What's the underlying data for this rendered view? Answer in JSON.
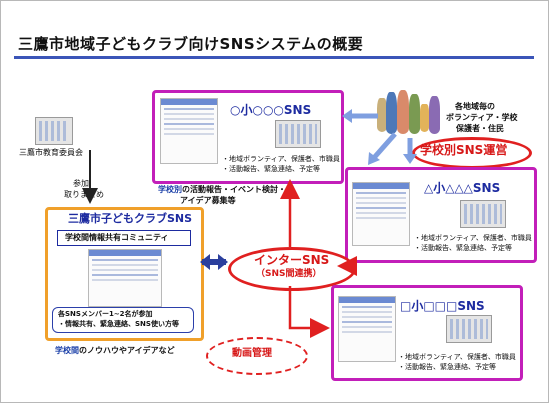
{
  "title": "三鷹市地域子どもクラブ向けSNSシステムの概要",
  "board": {
    "label": "三鷹市教育委員会"
  },
  "collect": {
    "line1": "参加",
    "line2": "取りまとめ"
  },
  "school_sns": [
    {
      "name": "○小○○○SNS",
      "notes": [
        "・地域ボランティア、保護者、市職員",
        "・活動報告、緊急連絡、予定等"
      ]
    },
    {
      "name": "△小△△△SNS",
      "notes": [
        "・地域ボランティア、保護者、市職員",
        "・活動報告、緊急連絡、予定等"
      ]
    },
    {
      "name": "□小□□□SNS",
      "notes": [
        "・地域ボランティア、保護者、市職員",
        "・活動報告、緊急連絡、予定等"
      ]
    }
  ],
  "school_activity": {
    "prefix": "学校別",
    "line1": "の活動報告・イベント検討・",
    "line2": "アイデア募集等"
  },
  "community": {
    "line1": "各地域毎の",
    "line2": "ボランティア・学校",
    "line3": "保護者・住民"
  },
  "operation": "学校別SNS運営",
  "club": {
    "title": "三鷹市子どもクラブSNS",
    "sub": "学校間情報共有コミュニティ",
    "note1": "各SNSメンバー1~2名が参加",
    "note2": "・情報共有、緊急連絡、SNS使い方等"
  },
  "between": {
    "prefix": "学校間",
    "rest": "のノウハウやアイデアなど"
  },
  "inter": {
    "main": "インターSNS",
    "sub": "（SNS間連携）"
  },
  "video": "動画管理",
  "colors": {
    "magenta": "#c21fb9",
    "orange": "#f0a02a",
    "red": "#e02020",
    "navy": "#1d2ba0",
    "arrow": "#e02020"
  }
}
